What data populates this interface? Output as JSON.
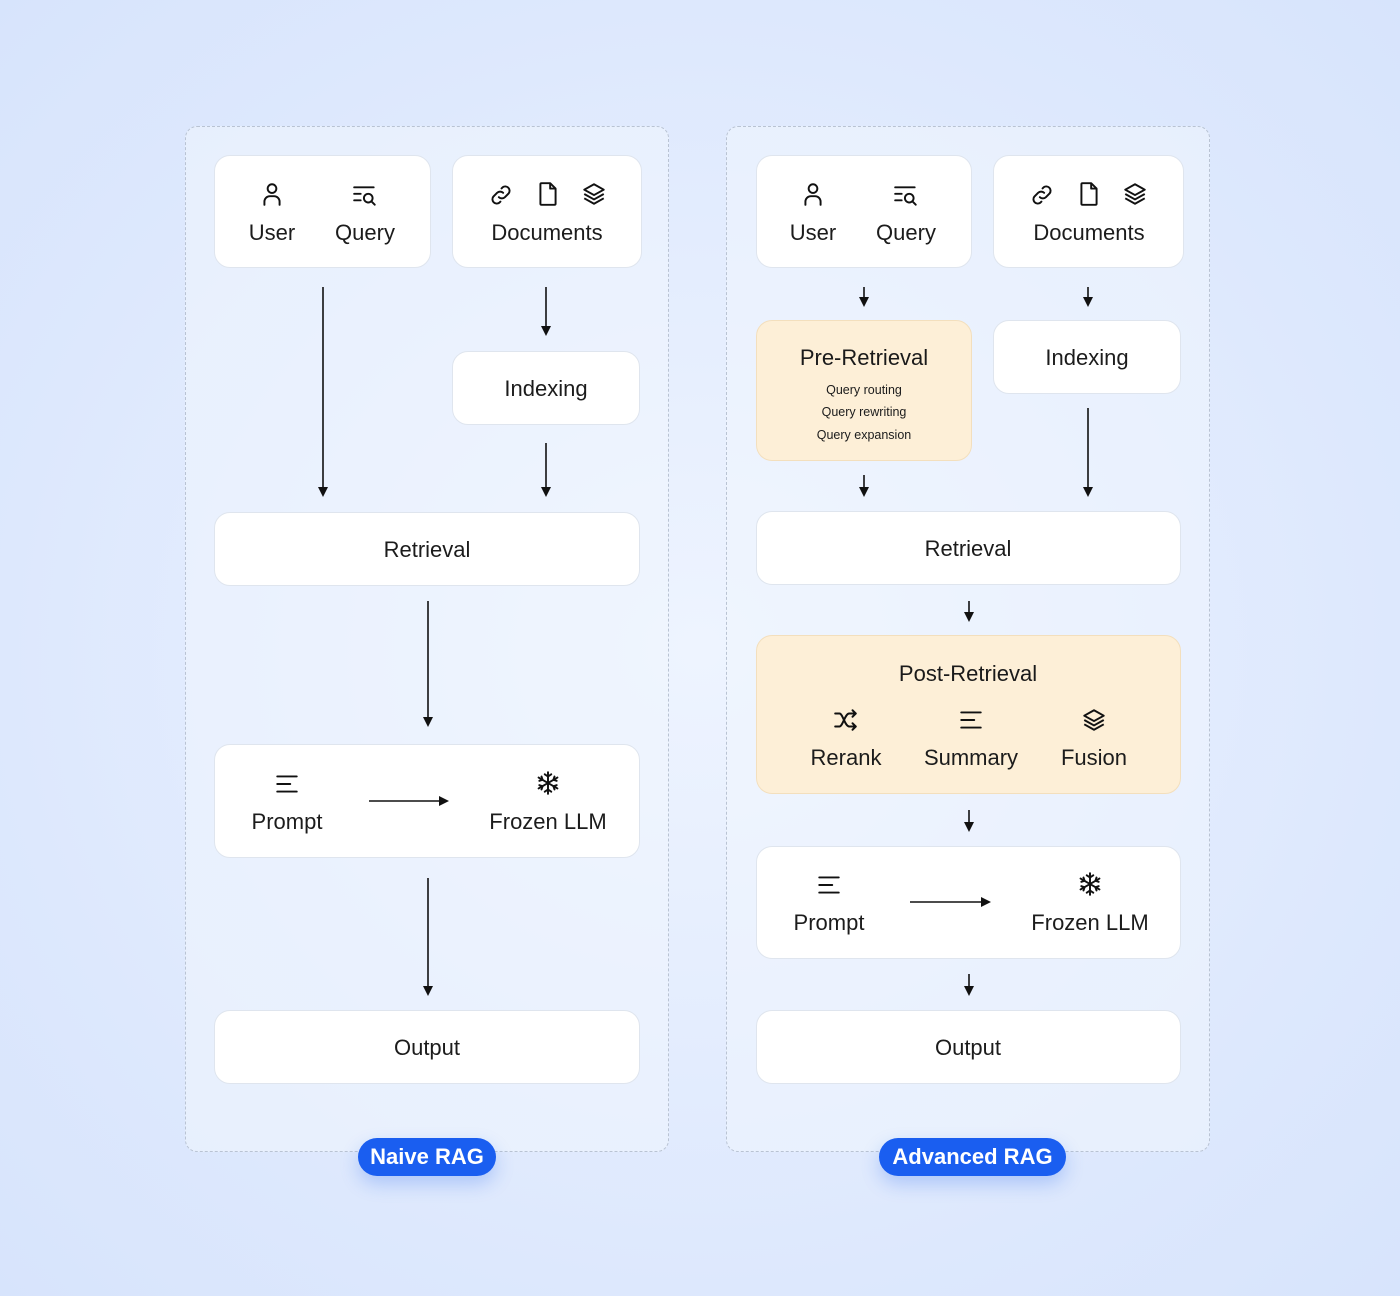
{
  "naive": {
    "badge": "Naive RAG",
    "user": "User",
    "query": "Query",
    "documents": "Documents",
    "indexing": "Indexing",
    "retrieval": "Retrieval",
    "prompt": "Prompt",
    "frozen_llm": "Frozen LLM",
    "output": "Output"
  },
  "advanced": {
    "badge": "Advanced RAG",
    "user": "User",
    "query": "Query",
    "documents": "Documents",
    "pre_retrieval": {
      "title": "Pre-Retrieval",
      "items": [
        "Query routing",
        "Query rewriting",
        "Query expansion"
      ]
    },
    "indexing": "Indexing",
    "retrieval": "Retrieval",
    "post_retrieval": {
      "title": "Post-Retrieval",
      "items": [
        "Rerank",
        "Summary",
        "Fusion"
      ]
    },
    "prompt": "Prompt",
    "frozen_llm": "Frozen LLM",
    "output": "Output"
  },
  "colors": {
    "badge": "#1a5ef0",
    "warm_box": "#fdefd7",
    "box": "#ffffff",
    "background": "#dde8fd"
  },
  "icons": [
    "user-icon",
    "query-search-icon",
    "link-icon",
    "document-icon",
    "layers-icon",
    "lines-icon",
    "snowflake-icon",
    "shuffle-icon"
  ]
}
